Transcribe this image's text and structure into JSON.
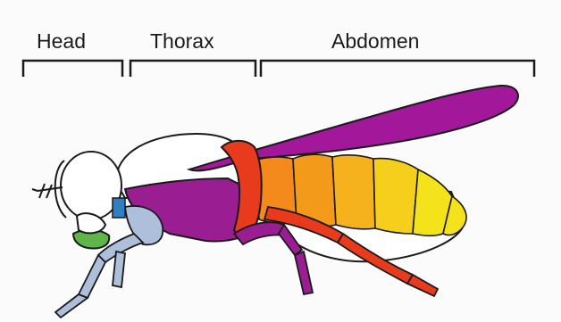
{
  "labels": {
    "head": "Head",
    "thorax": "Thorax",
    "abdomen": "Abdomen"
  },
  "colors": {
    "background": "#fbfbfb",
    "outline": "#1a1a1a",
    "wing_magenta": "#a3189b",
    "thorax_purple": "#9a1d92",
    "thorax_red": "#e83a1c",
    "leg_blue": "#aebfdc",
    "eye_blue": "#2f7fc4",
    "mouth_green": "#5fb44a",
    "segment_yellow": "#f4e21a",
    "segment_orange": "#f39a1b"
  }
}
